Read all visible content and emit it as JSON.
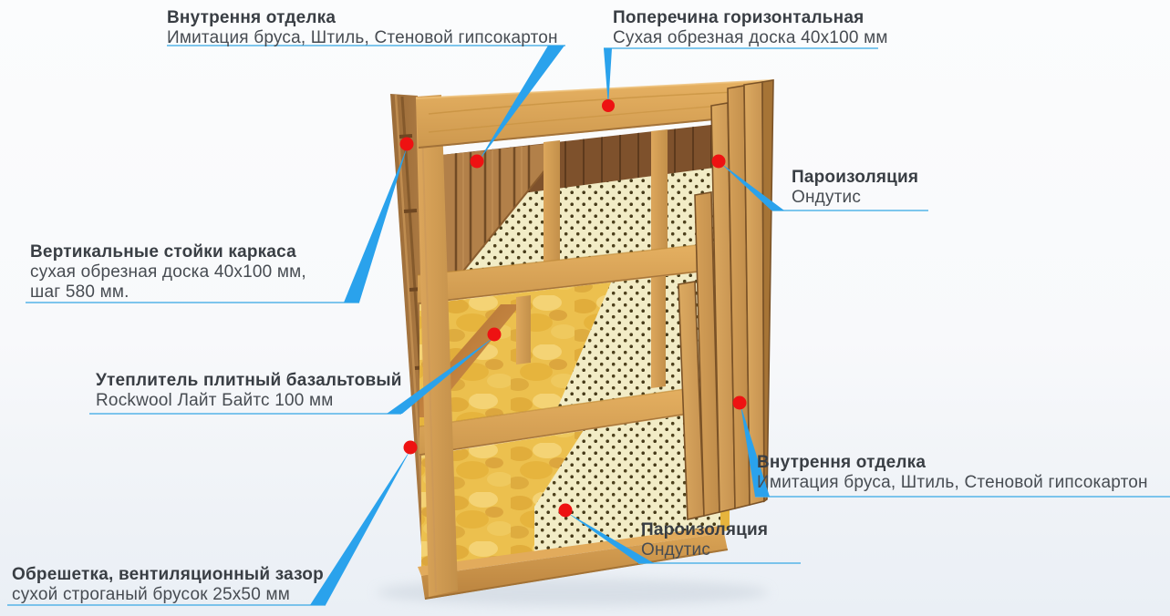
{
  "diagram": {
    "labels": [
      {
        "title": "Внутрення отделка",
        "desc": "Имитация бруса, Штиль, Стеновой гипсокартон"
      },
      {
        "title": "Поперечина горизонтальная",
        "desc": "Сухая обрезная доска 40х100 мм"
      },
      {
        "title": "Пароизоляция",
        "desc": "Ондутис"
      },
      {
        "title": "Вертикальные стойки каркаса",
        "desc": "сухая обрезная доска 40х100 мм,",
        "desc2": "шаг 580 мм."
      },
      {
        "title": "Утеплитель плитный базальтовый",
        "desc": "Rockwool Лайт Байтс 100 мм"
      },
      {
        "title": "Внутрення отделка",
        "desc": "Имитация бруса, Штиль, Стеновой гипсокартон"
      },
      {
        "title": "Пароизоляция",
        "desc": "Ондутис"
      },
      {
        "title": "Обрешетка, вентиляционный зазор",
        "desc": "сухой строганый брусок 25х50 мм"
      }
    ],
    "colors": {
      "callout_blue": "#2aa2ec",
      "underline_blue": "#54b4e8",
      "marker_red": "#ee1212",
      "wood_light": "#dca45c",
      "wood_dark": "#7e512c",
      "panel_cream": "#f2ecc6",
      "wool_yellow": "#ecc04e"
    }
  }
}
